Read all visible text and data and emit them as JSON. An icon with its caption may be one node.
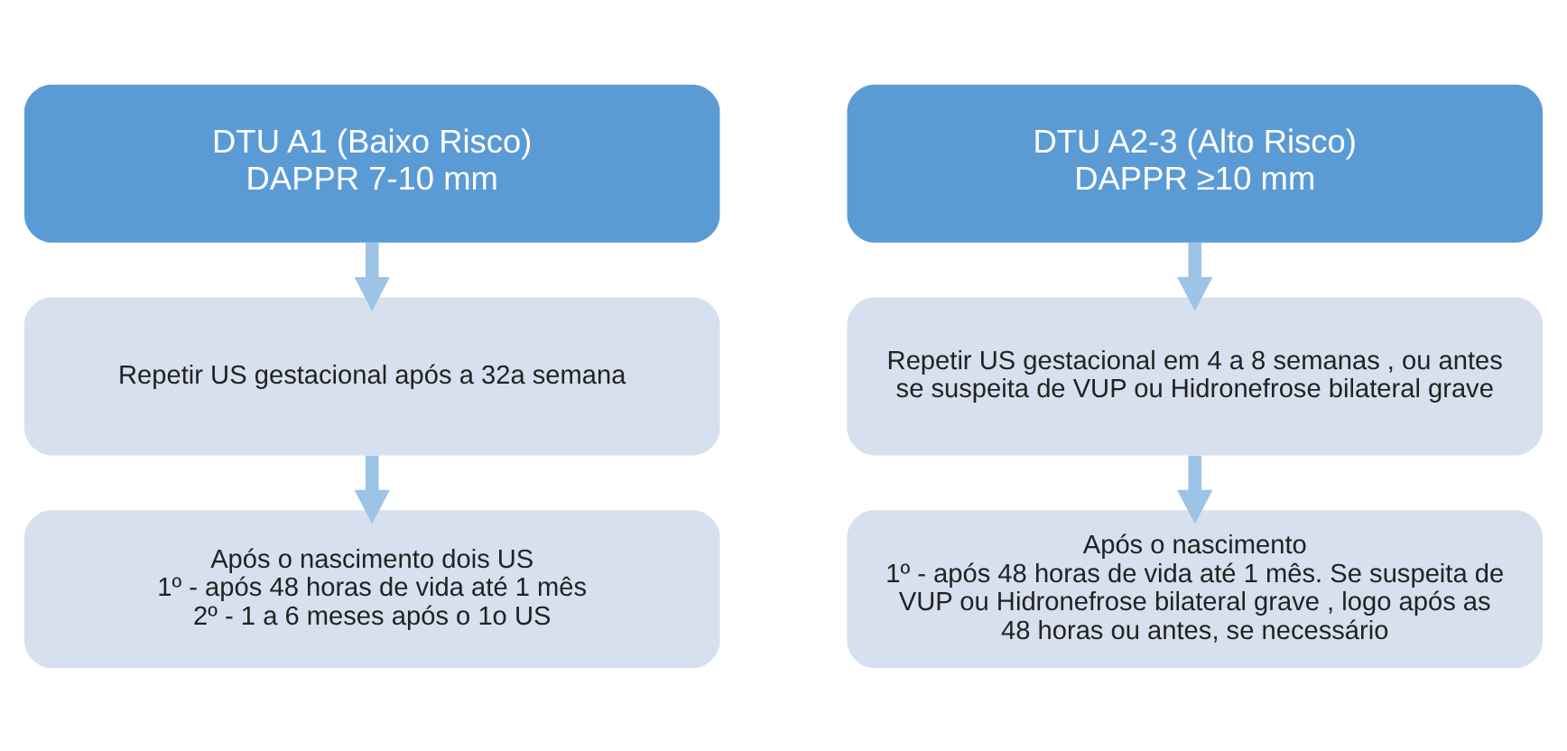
{
  "diagram": {
    "nodes": [
      {
        "text": [
          "DTU A1 (Baixo Risco)",
          "DAPPR 7-10 mm"
        ]
      },
      {
        "text": [
          "Repetir US gestacional após a 32a semana"
        ]
      },
      {
        "text": [
          "Após o nascimento dois US",
          "1º - após 48 horas de vida até 1 mês",
          "2º - 1 a 6 meses após o 1o US"
        ]
      },
      {
        "text": [
          "DTU A2-3 (Alto Risco)",
          "DAPPR ≥10 mm"
        ]
      },
      {
        "text": [
          "Repetir US gestacional em 4 a 8 semanas , ou antes se suspeita de VUP ou Hidronefrose bilateral grave"
        ]
      },
      {
        "text": [
          "Após o nascimento",
          "1º - após 48 horas de vida até 1 mês. Se suspeita de VUP ou Hidronefrose bilateral grave , logo após as 48 horas ou antes, se necessário"
        ]
      }
    ],
    "edges": [
      {
        "from": 0,
        "to": 1,
        "arrow": "to"
      },
      {
        "from": 1,
        "to": 2,
        "arrow": "to"
      },
      {
        "from": 3,
        "to": 4,
        "arrow": "to"
      },
      {
        "from": 4,
        "to": 5,
        "arrow": "to"
      }
    ]
  }
}
